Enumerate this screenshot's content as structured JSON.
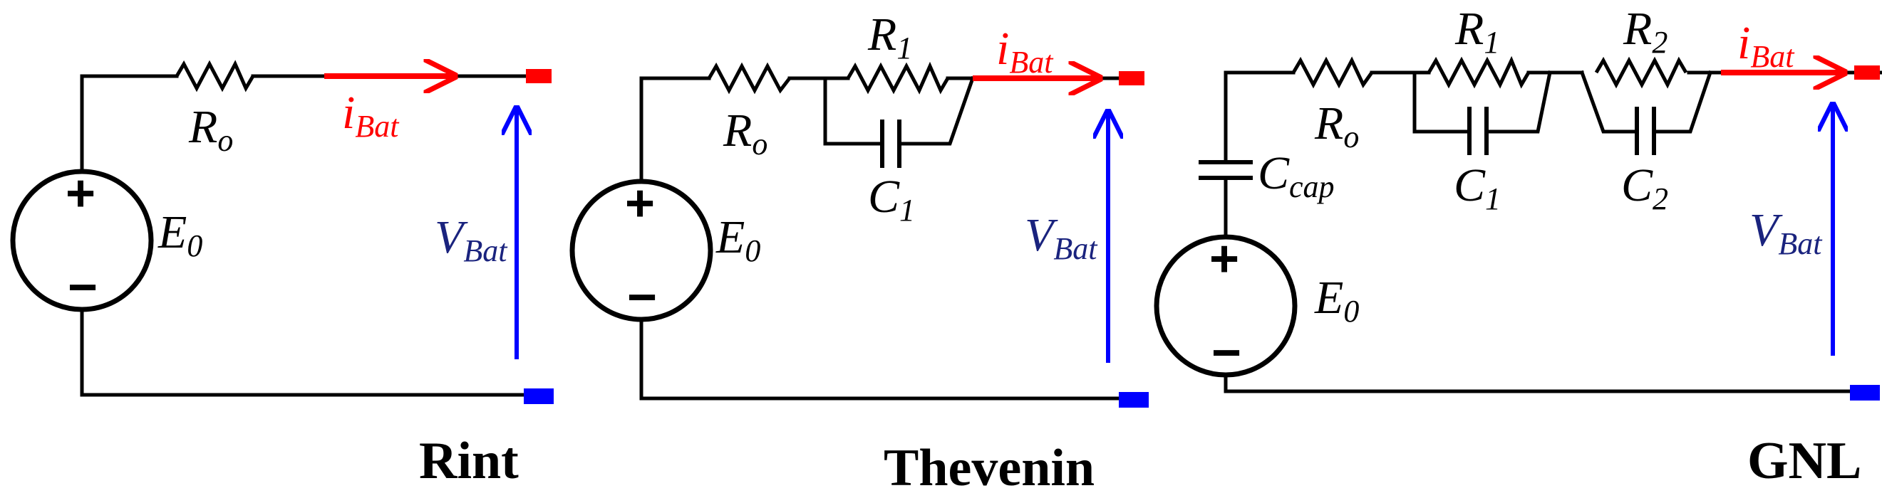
{
  "colors": {
    "wire": "#000000",
    "current": "#ff0000",
    "voltage": "#0000ff",
    "voltage_label": "#1a237e"
  },
  "symbols": {
    "plus": "+",
    "minus": "−"
  },
  "circuits": [
    {
      "title": "Rint",
      "resistors": [
        {
          "name": "R",
          "sub": "o"
        }
      ],
      "capacitors": [],
      "source": {
        "name": "E",
        "sub": "0"
      },
      "current": {
        "name": "i",
        "sub": "Bat"
      },
      "voltage": {
        "name": "V",
        "sub": "Bat"
      }
    },
    {
      "title": "Thevenin",
      "resistors": [
        {
          "name": "R",
          "sub": "o"
        },
        {
          "name": "R",
          "sub": "1"
        }
      ],
      "capacitors": [
        {
          "name": "C",
          "sub": "1"
        }
      ],
      "source": {
        "name": "E",
        "sub": "0"
      },
      "current": {
        "name": "i",
        "sub": "Bat"
      },
      "voltage": {
        "name": "V",
        "sub": "Bat"
      }
    },
    {
      "title": "GNL",
      "resistors": [
        {
          "name": "R",
          "sub": "o"
        },
        {
          "name": "R",
          "sub": "1"
        },
        {
          "name": "R",
          "sub": "2"
        }
      ],
      "capacitors": [
        {
          "name": "C",
          "sub": "cap"
        },
        {
          "name": "C",
          "sub": "1"
        },
        {
          "name": "C",
          "sub": "2"
        }
      ],
      "source": {
        "name": "E",
        "sub": "0"
      },
      "current": {
        "name": "i",
        "sub": "Bat"
      },
      "voltage": {
        "name": "V",
        "sub": "Bat"
      }
    }
  ]
}
